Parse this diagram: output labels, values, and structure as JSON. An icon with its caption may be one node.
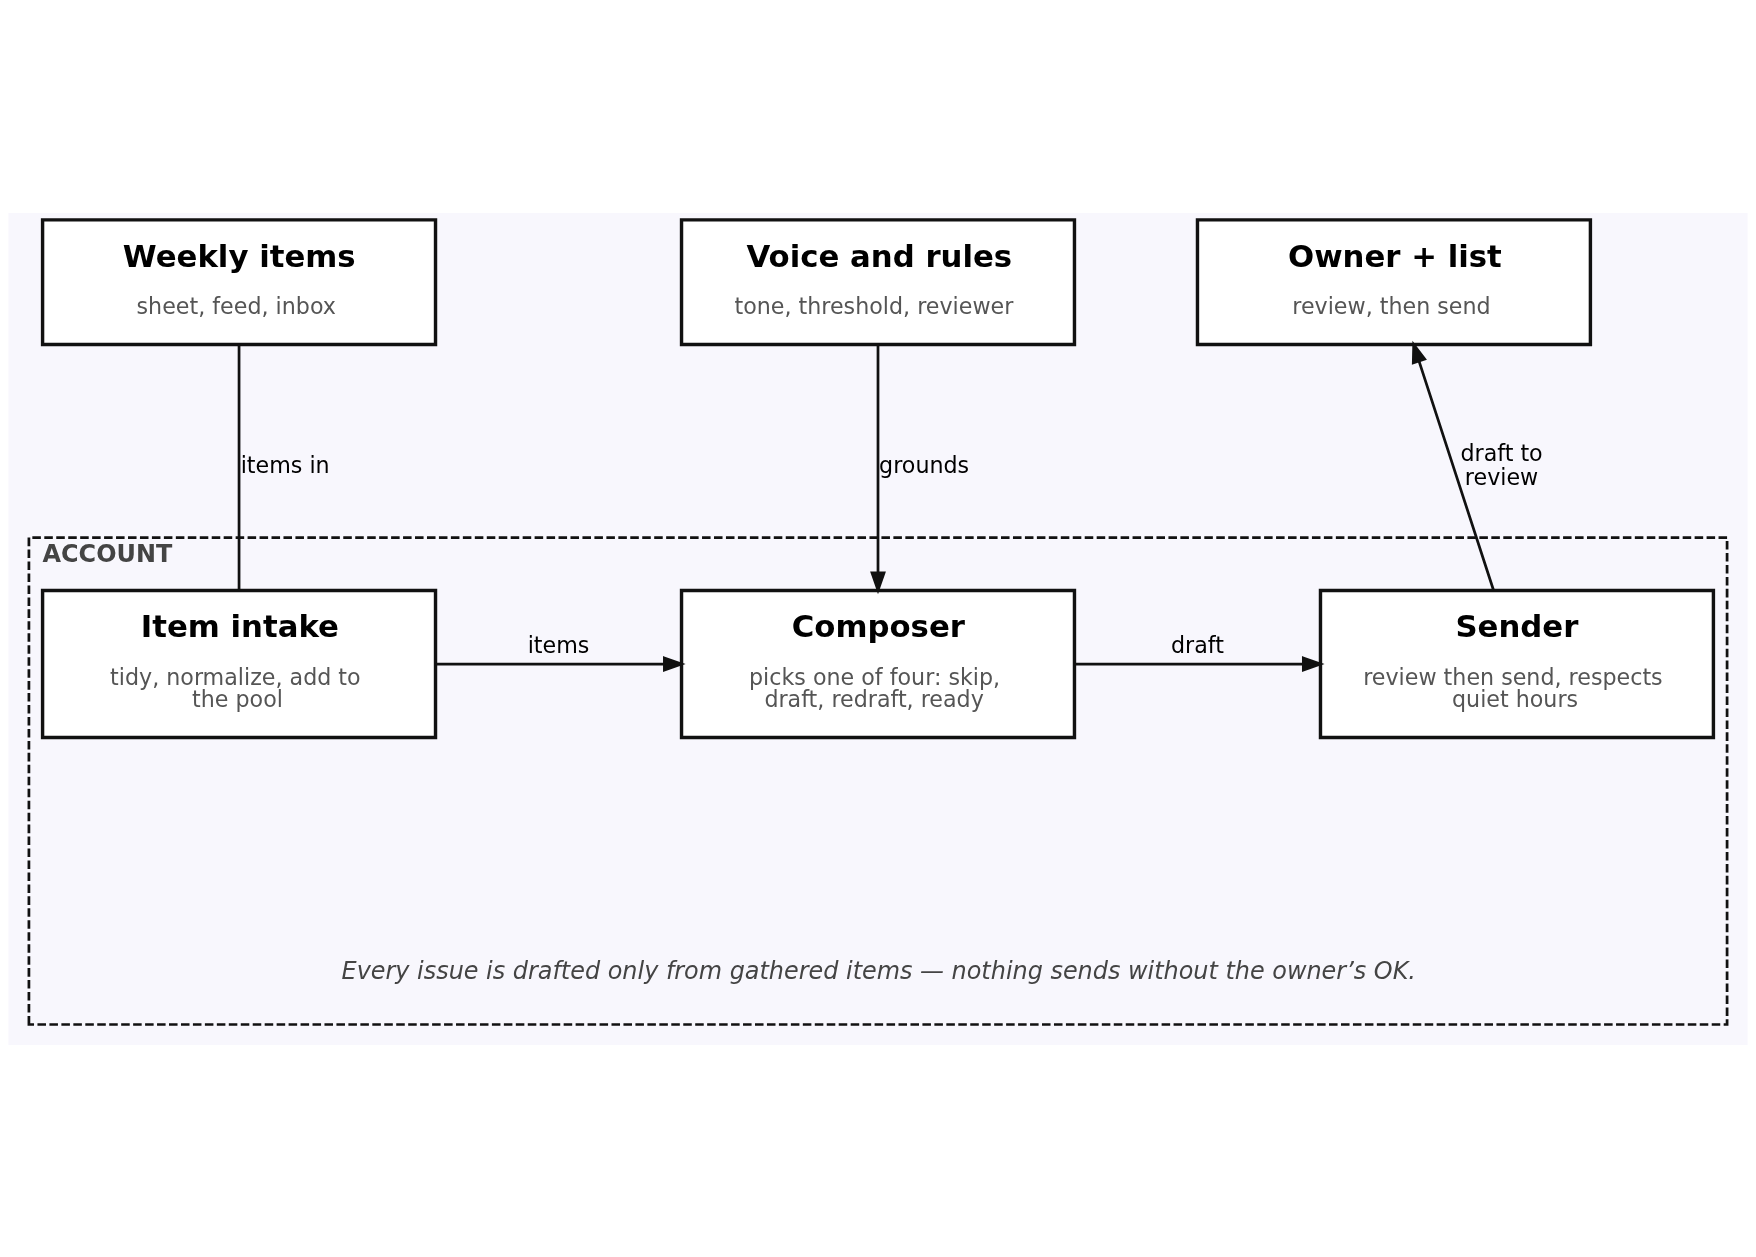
{
  "diagram": {
    "nodes": [
      {
        "text": [
          "Weekly items",
          "sheet, feed, inbox"
        ]
      },
      {
        "text": [
          "Voice and rules",
          "tone, threshold, reviewer"
        ]
      },
      {
        "text": [
          "Owner + list",
          "review, then send"
        ]
      },
      {
        "text": [
          "ACCOUNT"
        ]
      },
      {
        "text": [
          "Item intake",
          "tidy, normalize, add to the pool"
        ],
        "in": 3
      },
      {
        "text": [
          "Composer",
          "picks one of four: skip, draft, redraft, ready"
        ],
        "in": 3
      },
      {
        "text": [
          "Sender",
          "review then send, respects quiet hours"
        ],
        "in": 3
      }
    ],
    "edges": [
      {
        "from": 0,
        "to": 4,
        "arrow": "none",
        "label": "items in"
      },
      {
        "from": 1,
        "to": 5,
        "arrow": "to",
        "label": "grounds"
      },
      {
        "from": 6,
        "to": 2,
        "arrow": "to",
        "label": "draft to review"
      },
      {
        "from": 4,
        "to": 5,
        "arrow": "to",
        "label": "items"
      },
      {
        "from": 5,
        "to": 6,
        "arrow": "to",
        "label": "draft"
      }
    ],
    "labels": [
      "Every issue is drafted only from gathered items — nothing sends without the owner’s OK."
    ]
  }
}
